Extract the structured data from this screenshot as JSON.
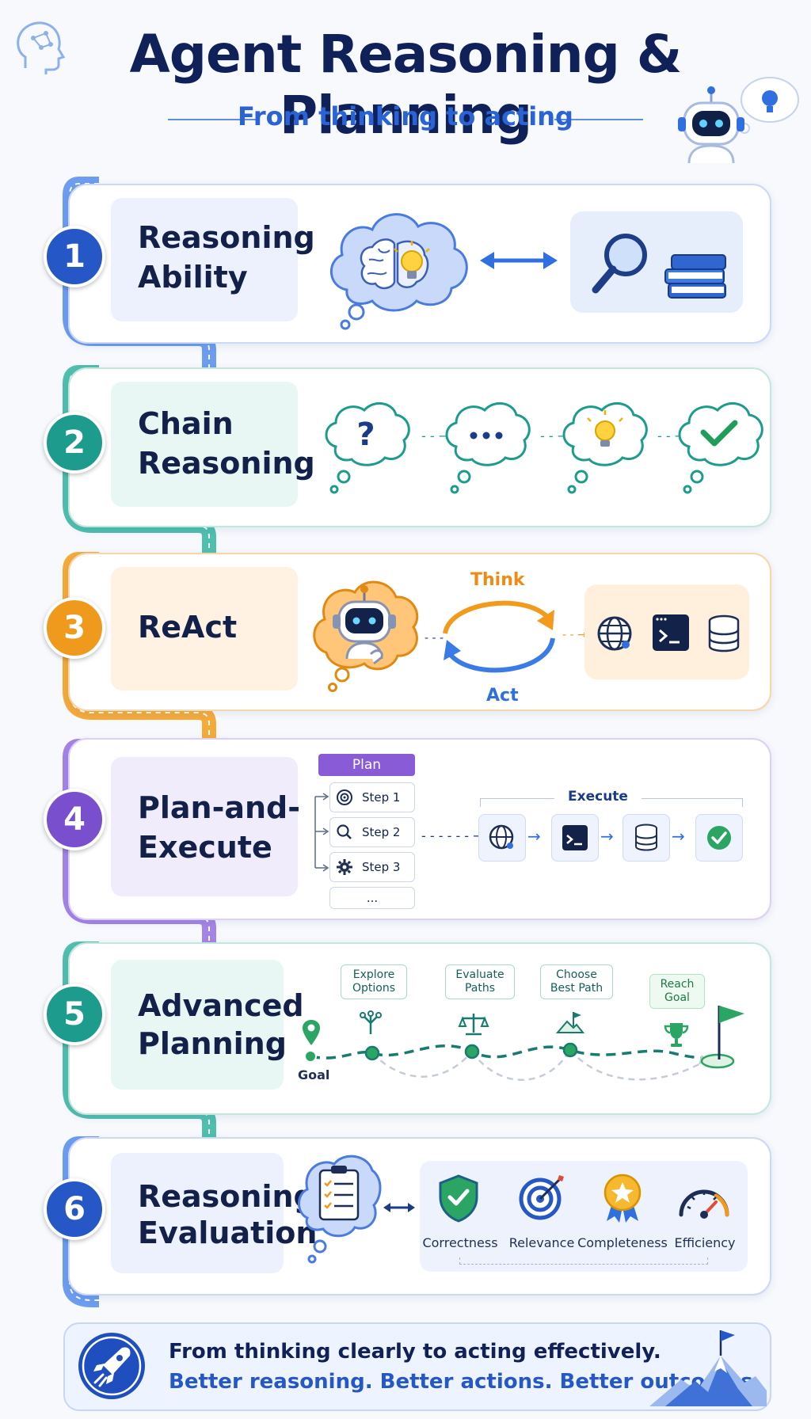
{
  "header": {
    "title": "Agent Reasoning & Planning",
    "subtitle": "From thinking to acting"
  },
  "sections": [
    {
      "number": "1",
      "label_line1": "Reasoning",
      "label_line2": "Ability",
      "color": "#2557c7"
    },
    {
      "number": "2",
      "label_line1": "Chain",
      "label_line2": "Reasoning",
      "color": "#1d9c8e"
    },
    {
      "number": "3",
      "label_line1": "ReAct",
      "label_line2": "",
      "color": "#f09a1d"
    },
    {
      "number": "4",
      "label_line1": "Plan-and-",
      "label_line2": "Execute",
      "color": "#7a4fcd"
    },
    {
      "number": "5",
      "label_line1": "Advanced",
      "label_line2": "Planning",
      "color": "#1d9c8e"
    },
    {
      "number": "6",
      "label_line1": "Reasoning",
      "label_line2": "Evaluation",
      "color": "#2557c7"
    }
  ],
  "react": {
    "think": "Think",
    "act": "Act"
  },
  "plan_execute": {
    "plan_label": "Plan",
    "steps": [
      "Step 1",
      "Step 2",
      "Step 3"
    ],
    "more": "...",
    "execute_label": "Execute"
  },
  "advanced_planning": {
    "start_label": "Goal",
    "tags": [
      {
        "line1": "Explore",
        "line2": "Options"
      },
      {
        "line1": "Evaluate",
        "line2": "Paths"
      },
      {
        "line1": "Choose",
        "line2": "Best Path"
      },
      {
        "line1": "Reach",
        "line2": "Goal"
      }
    ]
  },
  "evaluation": {
    "metrics": [
      "Correctness",
      "Relevance",
      "Completeness",
      "Efficiency"
    ]
  },
  "footer": {
    "line1": "From thinking clearly to acting effectively.",
    "line2": "Better reasoning. Better actions. Better outcomes."
  },
  "colors": {
    "blue": "#2557c7",
    "teal": "#1d9c8e",
    "orange": "#f09a1d",
    "purple": "#7a4fcd",
    "green": "#1f9e5b"
  }
}
